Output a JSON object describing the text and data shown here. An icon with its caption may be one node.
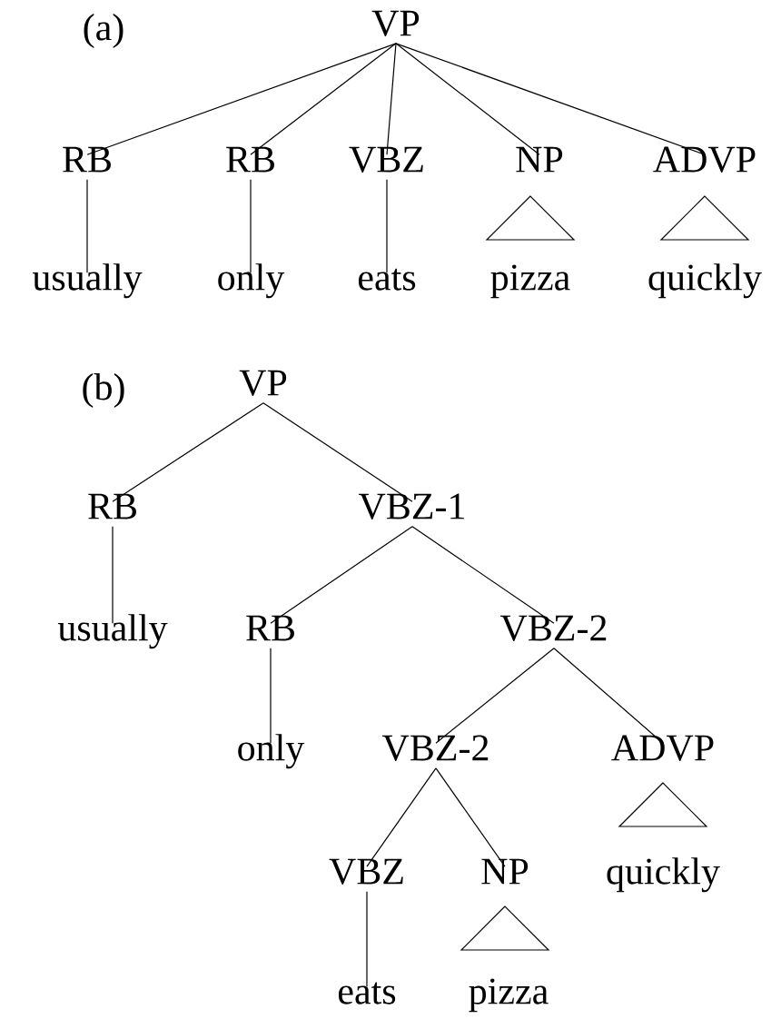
{
  "diagram": {
    "nodes": [
      {
        "text": [
          "VP"
        ]
      },
      {
        "text": [
          "RB"
        ]
      },
      {
        "text": [
          "RB"
        ]
      },
      {
        "text": [
          "VBZ"
        ]
      },
      {
        "text": [
          "NP"
        ]
      },
      {
        "text": [
          "ADVP"
        ]
      },
      {
        "text": [
          "usually"
        ]
      },
      {
        "text": [
          "only"
        ]
      },
      {
        "text": [
          "eats"
        ]
      },
      {
        "text": [
          "pizza"
        ]
      },
      {
        "text": [
          "quickly"
        ]
      },
      {
        "text": [
          "VP"
        ]
      },
      {
        "text": [
          "RB"
        ]
      },
      {
        "text": [
          "VBZ-1"
        ]
      },
      {
        "text": [
          "usually"
        ]
      },
      {
        "text": [
          "RB"
        ]
      },
      {
        "text": [
          "VBZ-2"
        ]
      },
      {
        "text": [
          "only"
        ]
      },
      {
        "text": [
          "VBZ-2"
        ]
      },
      {
        "text": [
          "ADVP"
        ]
      },
      {
        "text": [
          "VBZ"
        ]
      },
      {
        "text": [
          "NP"
        ]
      },
      {
        "text": [
          "quickly"
        ]
      },
      {
        "text": [
          "eats"
        ]
      },
      {
        "text": [
          "pizza"
        ]
      }
    ],
    "edges": [
      {
        "from": 0,
        "to": 1,
        "arrow": "none"
      },
      {
        "from": 0,
        "to": 2,
        "arrow": "none"
      },
      {
        "from": 0,
        "to": 3,
        "arrow": "none"
      },
      {
        "from": 0,
        "to": 4,
        "arrow": "none"
      },
      {
        "from": 0,
        "to": 5,
        "arrow": "none"
      },
      {
        "from": 1,
        "to": 6,
        "arrow": "none"
      },
      {
        "from": 2,
        "to": 7,
        "arrow": "none"
      },
      {
        "from": 3,
        "to": 8,
        "arrow": "none"
      },
      {
        "from": 11,
        "to": 12,
        "arrow": "none"
      },
      {
        "from": 11,
        "to": 13,
        "arrow": "none"
      },
      {
        "from": 12,
        "to": 14,
        "arrow": "none"
      },
      {
        "from": 13,
        "to": 15,
        "arrow": "none"
      },
      {
        "from": 13,
        "to": 16,
        "arrow": "none"
      },
      {
        "from": 15,
        "to": 17,
        "arrow": "none"
      },
      {
        "from": 16,
        "to": 18,
        "arrow": "none"
      },
      {
        "from": 16,
        "to": 19,
        "arrow": "none"
      },
      {
        "from": 18,
        "to": 20,
        "arrow": "none"
      },
      {
        "from": 18,
        "to": 21,
        "arrow": "none"
      },
      {
        "from": 20,
        "to": 23,
        "arrow": "none"
      }
    ],
    "labels": [
      "(a)",
      "(b)"
    ]
  }
}
